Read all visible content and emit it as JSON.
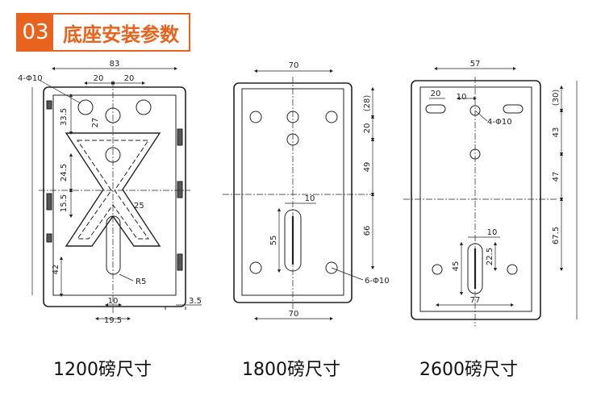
{
  "header": {
    "number": "03",
    "title": "底座安装参数"
  },
  "colors": {
    "accent": "#e8641e",
    "line": "#222222"
  },
  "drawings": [
    {
      "caption": "1200磅尺寸",
      "dims": {
        "width": "83",
        "hole_spacing_1": "20",
        "hole_spacing_2": "20",
        "holes": "4-Φ10",
        "d_33_5": "33.5",
        "d_27": "27",
        "d_24_5": "24.5",
        "d_15_5": "15.5",
        "d_25": "25",
        "d_42": "42",
        "radius": "R5",
        "slot": "10",
        "offset": "19.5",
        "edge": "3.5"
      }
    },
    {
      "caption": "1800磅尺寸",
      "dims": {
        "top_width": "70",
        "d_28": "(28)",
        "d_20": "20",
        "d_49": "49",
        "slot_width": "10",
        "slot_length": "55",
        "d_66": "66",
        "holes": "6-Φ10",
        "bottom_width": "70"
      }
    },
    {
      "caption": "2600磅尺寸",
      "dims": {
        "top_width": "57",
        "slot_offset": "20",
        "hole_offset": "10",
        "holes": "4-Φ10",
        "d_30": "(30)",
        "d_43": "43",
        "d_47": "47",
        "d_67_5": "67.5",
        "slot_width": "10",
        "slot_length": "45",
        "d_22_5": "22.5",
        "bottom_width": "77"
      }
    }
  ]
}
